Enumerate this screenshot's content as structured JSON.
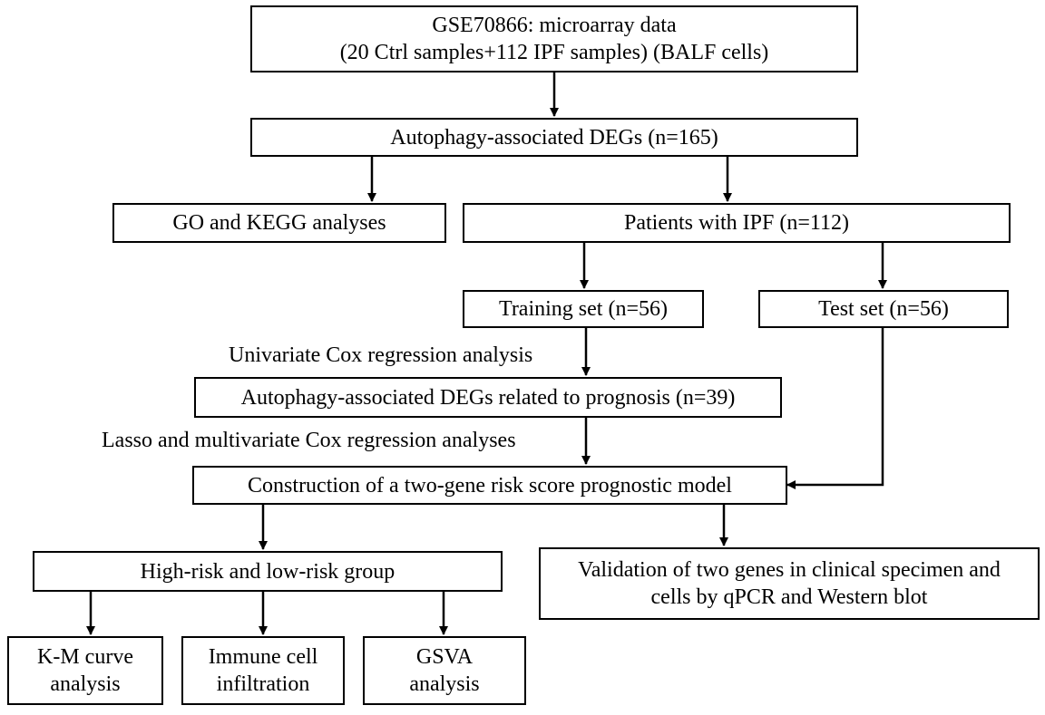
{
  "nodes": {
    "gse": {
      "line1": "GSE70866: microarray data",
      "line2": "(20 Ctrl samples+112 IPF samples) (BALF cells)"
    },
    "degs": {
      "line1": "Autophagy-associated DEGs (n=165)"
    },
    "go_kegg": {
      "line1": "GO and KEGG analyses"
    },
    "patients": {
      "line1": "Patients with IPF (n=112)"
    },
    "training": {
      "line1": "Training set (n=56)"
    },
    "test": {
      "line1": "Test set (n=56)"
    },
    "prognosis_degs": {
      "line1": "Autophagy-associated DEGs related to prognosis (n=39)"
    },
    "model": {
      "line1": "Construction of a two-gene risk score prognostic model"
    },
    "risk_group": {
      "line1": "High-risk and low-risk group"
    },
    "validation": {
      "line1": "Validation of two genes in clinical specimen and",
      "line2": "cells by qPCR and Western blot"
    },
    "km": {
      "line1": "K-M curve",
      "line2": "analysis"
    },
    "immune": {
      "line1": "Immune cell",
      "line2": "infiltration"
    },
    "gsva": {
      "line1": "GSVA",
      "line2": "analysis"
    }
  },
  "edge_labels": {
    "univariate": "Univariate Cox regression analysis",
    "lasso": "Lasso and multivariate Cox regression  analyses"
  }
}
